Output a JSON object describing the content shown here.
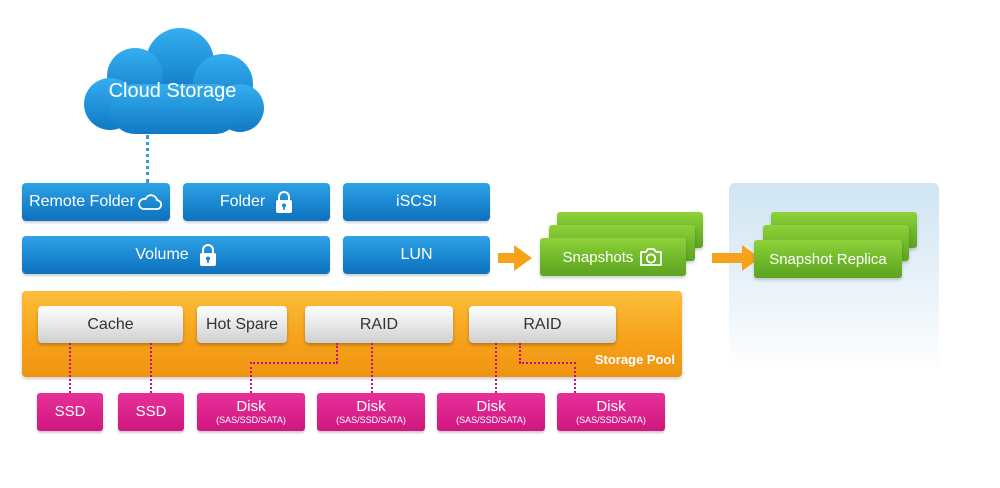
{
  "cloud": {
    "label": "Cloud Storage"
  },
  "blocks": {
    "remote_folder": "Remote Folder",
    "folder": "Folder",
    "iscsi": "iSCSI",
    "volume": "Volume",
    "lun": "LUN"
  },
  "snapshots": {
    "label": "Snapshots"
  },
  "replica": {
    "label": "Snapshot Replica"
  },
  "pool": {
    "label": "Storage Pool",
    "items": {
      "cache": "Cache",
      "hot_spare": "Hot Spare",
      "raid_1": "RAID",
      "raid_2": "RAID"
    }
  },
  "disks": [
    {
      "label": "SSD",
      "sub": ""
    },
    {
      "label": "SSD",
      "sub": ""
    },
    {
      "label": "Disk",
      "sub": "(SAS/SSD/SATA)"
    },
    {
      "label": "Disk",
      "sub": "(SAS/SSD/SATA)"
    },
    {
      "label": "Disk",
      "sub": "(SAS/SSD/SATA)"
    },
    {
      "label": "Disk",
      "sub": "(SAS/SSD/SATA)"
    }
  ],
  "colors": {
    "blue": "#1a86d1",
    "orange": "#f7a21b",
    "green": "#6fb82a",
    "pink": "#d0177f",
    "replica_panel": "#d6e9f5"
  },
  "icons": {
    "cloud": "cloud-icon",
    "lock": "lock-icon",
    "camera": "camera-icon",
    "arrow": "arrow-right-icon"
  }
}
